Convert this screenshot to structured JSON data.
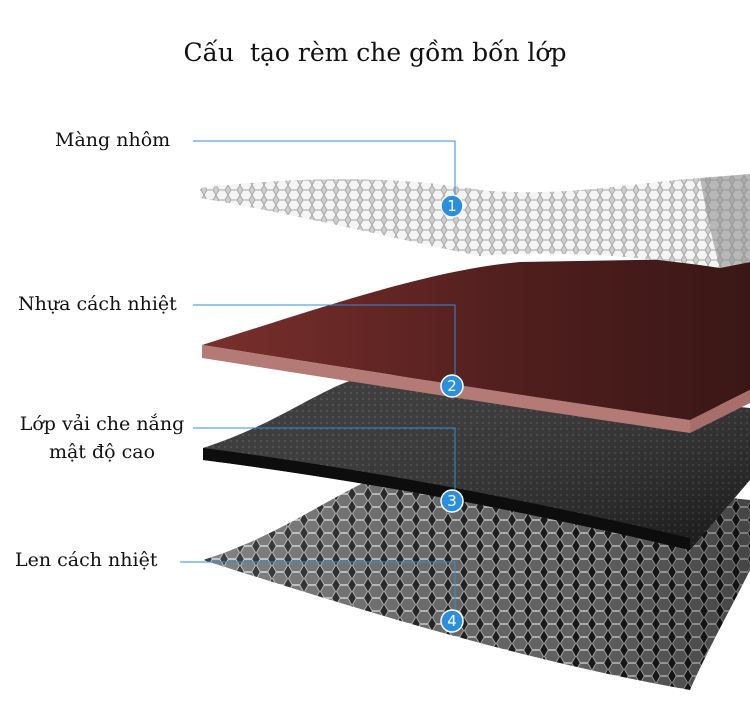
{
  "title": "Cấu  tạo rèm che gồm bốn lớp",
  "layers": [
    {
      "label": "Màng nhôm",
      "number": "1"
    },
    {
      "label": "Nhựa cách nhiệt",
      "number": "2"
    },
    {
      "label_line1": "Lớp vải che nắng",
      "label_line2": "mật độ cao",
      "number": "3"
    },
    {
      "label": "Len cách nhiệt",
      "number": "4"
    }
  ],
  "colors": {
    "leader": "#2f8fd8",
    "badge": "#2b8fe0",
    "aluminum": "#d6d6d6",
    "insulation_plastic": "#6e2a28",
    "fabric": "#1c1c1c",
    "wool": "#4a4a4a"
  }
}
